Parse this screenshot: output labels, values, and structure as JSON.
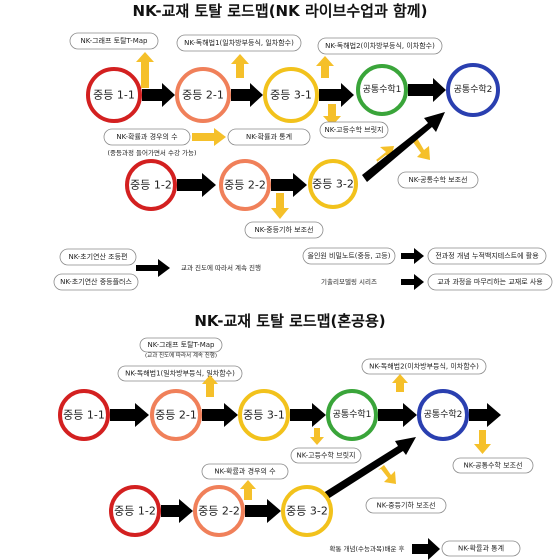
{
  "titles": {
    "top": "NK-교재 토탈 로드맵(NK 라이브수업과 함께)",
    "bottom": "NK-교재 토탈 로드맵(혼공용)"
  },
  "colors": {
    "red": "#d32020",
    "salmon": "#f0805a",
    "yellow": "#f2c21c",
    "green": "#3aa53a",
    "blue": "#2a3fb0",
    "black_arrow": "#000000",
    "yellow_arrow": "#f5c02a"
  },
  "top": {
    "circles": {
      "c1": "중등 1-1",
      "c2": "중등 2-1",
      "c3": "중등 3-1",
      "c4": "공통수학1",
      "c5": "공통수학2",
      "c6": "중등 1-2",
      "c7": "중등 2-2",
      "c8": "중등 3-2"
    },
    "boxes": {
      "graph": "NK-그래프 토탈T-Map",
      "solve1": "NK-독해법1(일차방부등식, 일차함수)",
      "solve2": "NK-독해법2(이차방부등식, 이차함수)",
      "prob_case": "NK-확률과 경우의 수",
      "prob_case_note": "(중등과정 들어가면서 수강 가능)",
      "prob_stat": "NK-확률과 통계",
      "hs_bridge": "NK-고등수학 브릿지",
      "hs_supp": "NK-공통수학 보조선",
      "ms_geo": "NK-중등기하 보조선",
      "calc_basic": "NK-초기연산 조등편",
      "calc_mid": "NK-초기연산 중등플러스",
      "calc_note": "교과 진도에 따라서 계속 진행",
      "olympic": "올인원 비밀노트(중등, 고등)",
      "olympic_note": "전과정 개념 누적백지테스트에 활용",
      "past_series": "기출리모델링 시리즈",
      "past_note": "교과 과정을 마무리하는 교재로 사용"
    }
  },
  "bottom": {
    "circles": {
      "c1": "중등 1-1",
      "c2": "중등 2-1",
      "c3": "중등 3-1",
      "c4": "공통수학1",
      "c5": "공통수학2",
      "c6": "중등 1-2",
      "c7": "중등 2-2",
      "c8": "중등 3-2"
    },
    "boxes": {
      "graph": "NK-그래프 토탈T-Map",
      "graph_note": "(교과 진도에 따라서 계속 진행)",
      "solve1": "NK-독해법1(일차방부등식, 일차함수)",
      "solve2": "NK-독해법2(이차방부등식, 이차함수)",
      "hs_bridge": "NK-고등수학 브릿지",
      "hs_supp": "NK-공통수학 보조선",
      "prob_case": "NK-확률과 경우의 수",
      "ms_geo": "NK-중등기하 보조선",
      "prob_note": "확통 개념(수능과목)배운 후",
      "prob_stat": "NK-확률과 통계"
    }
  }
}
